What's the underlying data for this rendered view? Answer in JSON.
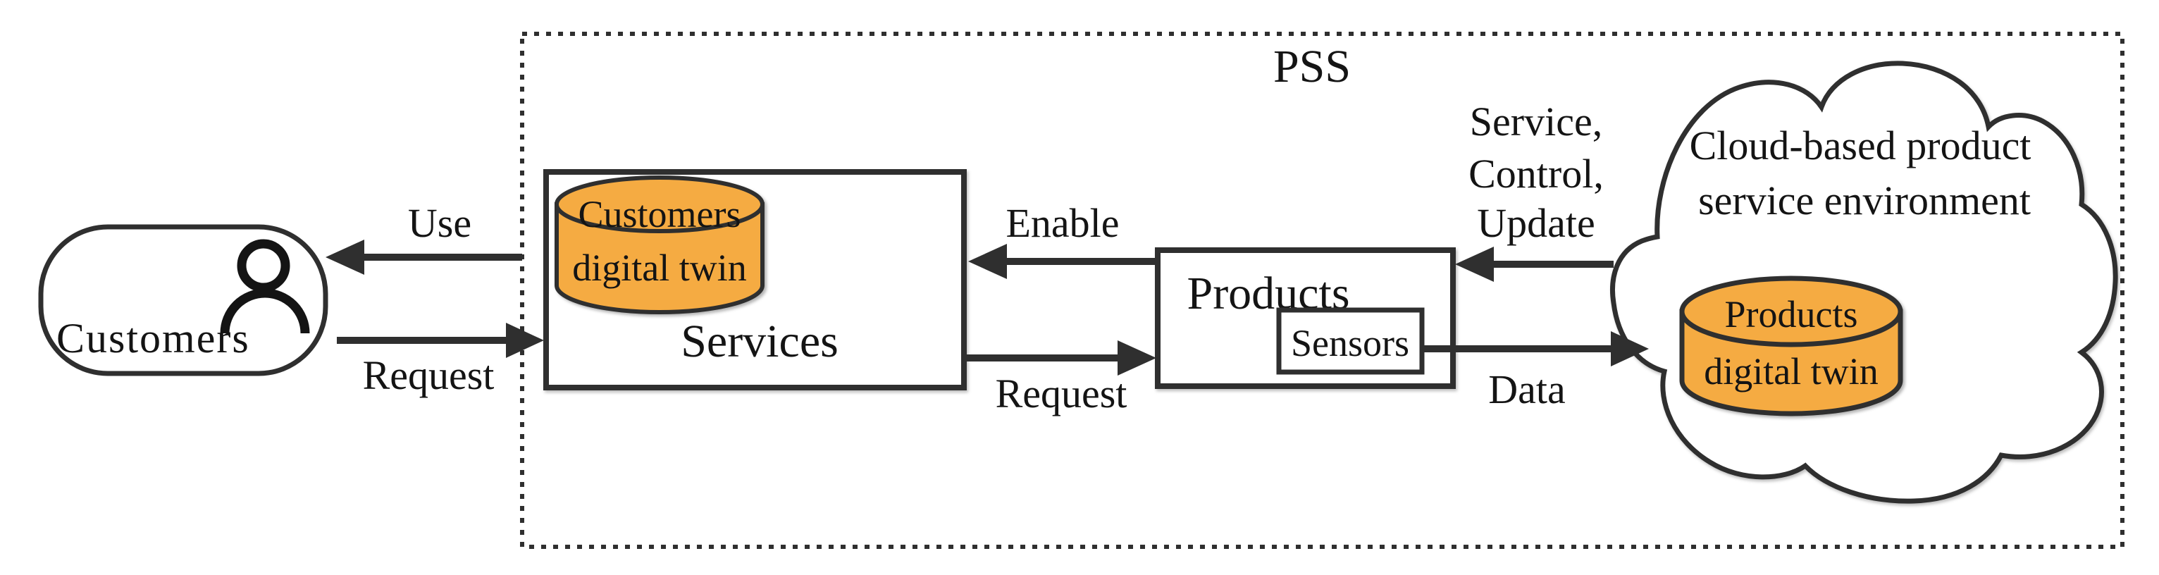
{
  "colors": {
    "stroke": "#2f2f2f",
    "text": "#141414",
    "cylinder_fill": "#f5ab42",
    "background": "#ffffff"
  },
  "diagram": {
    "pss": {
      "label": "PSS"
    },
    "customers_node": {
      "label": "Customers"
    },
    "services_node": {
      "label": "Services",
      "digital_twin": {
        "line1": "Customers",
        "line2": "digital twin"
      }
    },
    "products_node": {
      "label": "Products",
      "sensors": {
        "label": "Sensors"
      }
    },
    "cloud": {
      "line1": "Cloud-based product",
      "line2": "service environment",
      "digital_twin": {
        "line1": "Products",
        "line2": "digital twin"
      }
    },
    "flows": {
      "use": "Use",
      "request_from_customers": "Request",
      "enable": "Enable",
      "request_from_services": "Request",
      "scu_line1": "Service,",
      "scu_line2": "Control,",
      "scu_line3": "Update",
      "data": "Data"
    }
  }
}
